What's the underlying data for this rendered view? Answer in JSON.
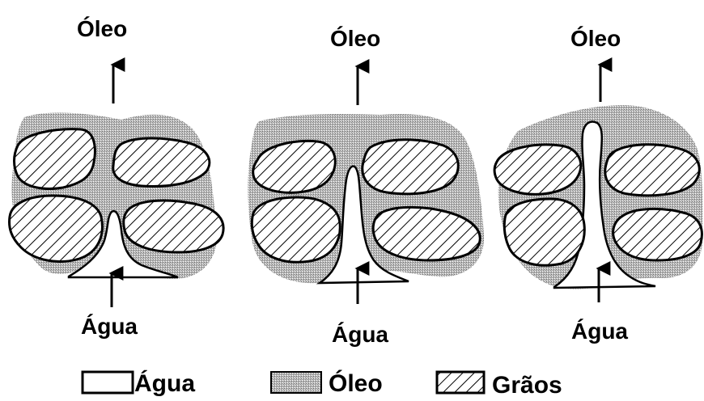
{
  "panels": [
    {
      "top_label": "Óleo",
      "bottom_label": "Água"
    },
    {
      "top_label": "Óleo",
      "bottom_label": "Água"
    },
    {
      "top_label": "Óleo",
      "bottom_label": "Água"
    }
  ],
  "legend": {
    "water_label": "Água",
    "oil_label": "Óleo",
    "grains_label": "Grãos"
  }
}
